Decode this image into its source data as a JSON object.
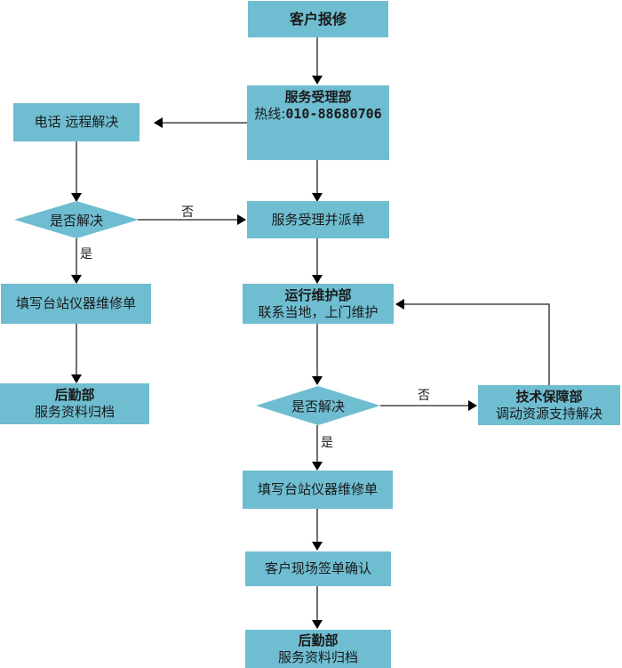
{
  "diagram": {
    "fill_color": "#6fbdd1",
    "line_color": "#000000",
    "nodes": {
      "customer_report": {
        "text": "客户报修"
      },
      "service_dept": {
        "title": "服务受理部",
        "hotline_label": "热线:",
        "hotline_number": "010-88680706"
      },
      "phone_remote": {
        "text": "电话 远程解决"
      },
      "decision_left": {
        "text": "是否解决"
      },
      "accept_dispatch": {
        "text": "服务受理并派单"
      },
      "fill_form_left": {
        "text": "填写台站仪器维修单"
      },
      "logistics_left": {
        "title": "后勤部",
        "text": "服务资料归档"
      },
      "ops_dept": {
        "title": "运行维护部",
        "text": "联系当地，上门维护"
      },
      "decision_right": {
        "text": "是否解决"
      },
      "tech_support": {
        "title": "技术保障部",
        "text": "调动资源支持解决"
      },
      "fill_form_right": {
        "text": "填写台站仪器维修单"
      },
      "customer_confirm": {
        "text": "客户现场签单确认"
      },
      "logistics_right": {
        "title": "后勤部",
        "text": "服务资料归档"
      }
    },
    "edge_labels": {
      "left_no": "否",
      "left_yes": "是",
      "right_no": "否",
      "right_yes": "是"
    },
    "edges": [
      {
        "from": "customer_report",
        "to": "service_dept"
      },
      {
        "from": "service_dept",
        "to": "phone_remote"
      },
      {
        "from": "service_dept",
        "to": "accept_dispatch"
      },
      {
        "from": "phone_remote",
        "to": "decision_left"
      },
      {
        "from": "decision_left",
        "to": "accept_dispatch",
        "label": "否"
      },
      {
        "from": "decision_left",
        "to": "fill_form_left",
        "label": "是"
      },
      {
        "from": "fill_form_left",
        "to": "logistics_left"
      },
      {
        "from": "accept_dispatch",
        "to": "ops_dept"
      },
      {
        "from": "ops_dept",
        "to": "decision_right"
      },
      {
        "from": "decision_right",
        "to": "tech_support",
        "label": "否"
      },
      {
        "from": "tech_support",
        "to": "ops_dept"
      },
      {
        "from": "decision_right",
        "to": "fill_form_right",
        "label": "是"
      },
      {
        "from": "fill_form_right",
        "to": "customer_confirm"
      },
      {
        "from": "customer_confirm",
        "to": "logistics_right"
      }
    ]
  }
}
